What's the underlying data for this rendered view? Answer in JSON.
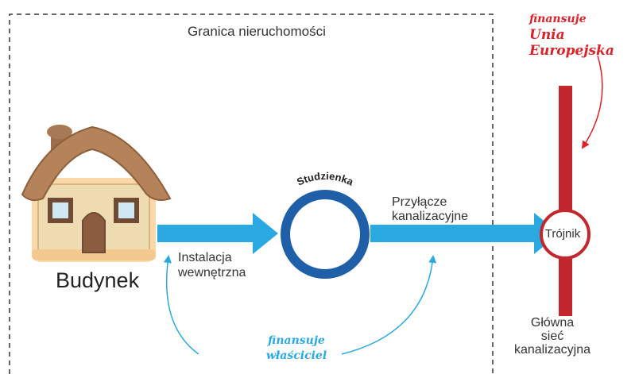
{
  "diagram": {
    "property_boundary_label": "Granica nieruchomości",
    "building_label": "Budynek",
    "internal_installation_label": [
      "Instalacja",
      "wewnętrzna"
    ],
    "inspection_chamber_label": "Studzienka",
    "connection_label": [
      "Przyłącze",
      "kanalizacyjne"
    ],
    "tee_label": "Trójnik",
    "main_network_label": [
      "Główna",
      "sieć",
      "kanalizacyjna"
    ],
    "funded_by_owner": [
      "finansuje",
      "właściciel"
    ],
    "funded_by_eu": [
      "finansuje",
      "Unia Europejska"
    ]
  },
  "colors": {
    "flow_arrow": "#29a9e0",
    "chamber_ring": "#1f5fa8",
    "main_pipe": "#c1272d",
    "owner_funding": "#29a9e0",
    "eu_funding": "#d8232a",
    "boundary": "#333333"
  }
}
